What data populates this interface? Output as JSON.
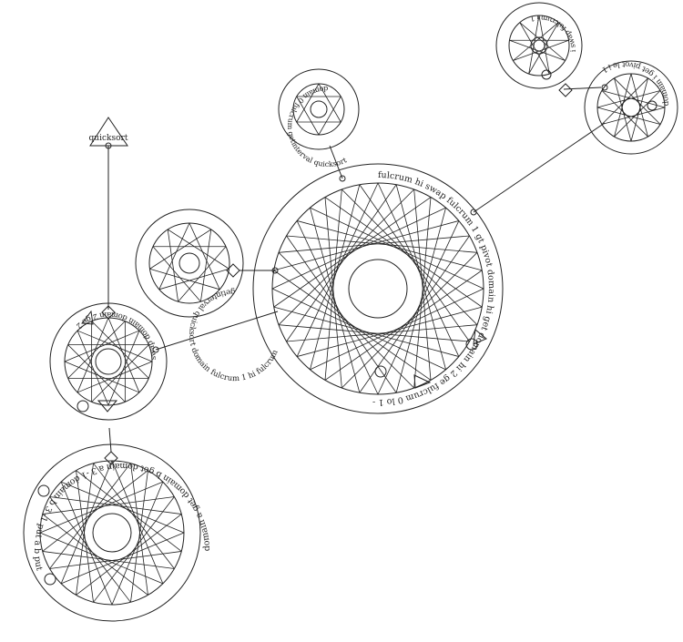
{
  "quicksort_label": "quicksort",
  "circles": [
    {
      "id": "main",
      "text": "fulcrum hi swap fulcrum 1 gt   pivot domain hi get   domain   hi   2 ge   fulcrum 0   lo 1 -"
    },
    {
      "id": "swap",
      "text": "swap domain   domain   2 ge   2"
    },
    {
      "id": "gi",
      "text": "getinterval quicksort   domain fulcrum 1   hi fulcrum"
    },
    {
      "id": "top",
      "text": "domain 0 fulcrum getinterval quicksort"
    },
    {
      "id": "bottom",
      "text": "domain a get domain b get domain a 3 -1   domain b 3 -1   put   a   b   put"
    },
    {
      "id": "pivot",
      "text": "domain i get pivot le   i   1"
    },
    {
      "id": "swapfulcrum",
      "text": "i   swap fulcrum i   1"
    }
  ]
}
